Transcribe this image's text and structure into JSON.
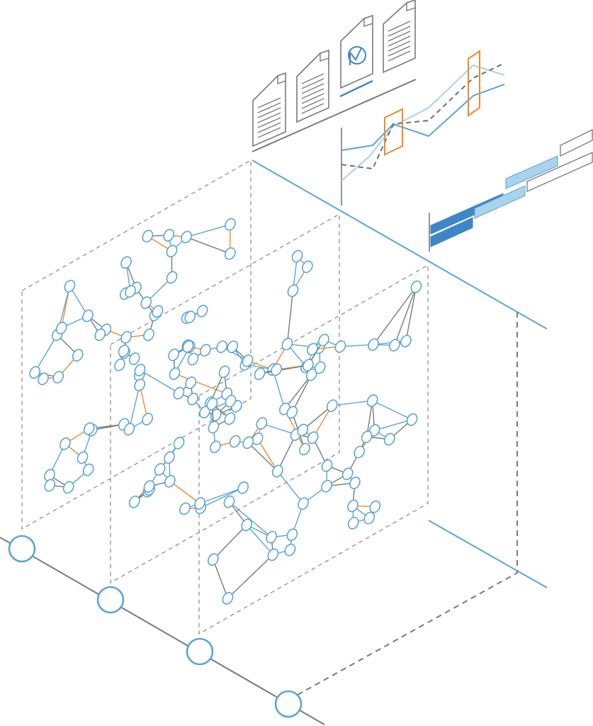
{
  "colors": {
    "blue": "#5aa6d6",
    "light_blue": "#a9d3ec",
    "dark_blue": "#3f86c8",
    "gray": "#7a7a7a",
    "orange": "#ee8a2a",
    "node_stroke": "#5aa6d6",
    "faded": "#dfe6ea"
  },
  "icons": {
    "documents": [
      "document-icon",
      "document-icon",
      "chart-document-icon",
      "document-icon"
    ],
    "timeline_markers": 4,
    "network_layers": 3
  },
  "line_chart": {
    "series": [
      {
        "name": "",
        "style": "solid-blue"
      },
      {
        "name": "",
        "style": "solid-light-blue"
      },
      {
        "name": "",
        "style": "dashed-gray"
      }
    ],
    "highlights": 2
  },
  "bar_chart": {
    "rows": 3
  }
}
